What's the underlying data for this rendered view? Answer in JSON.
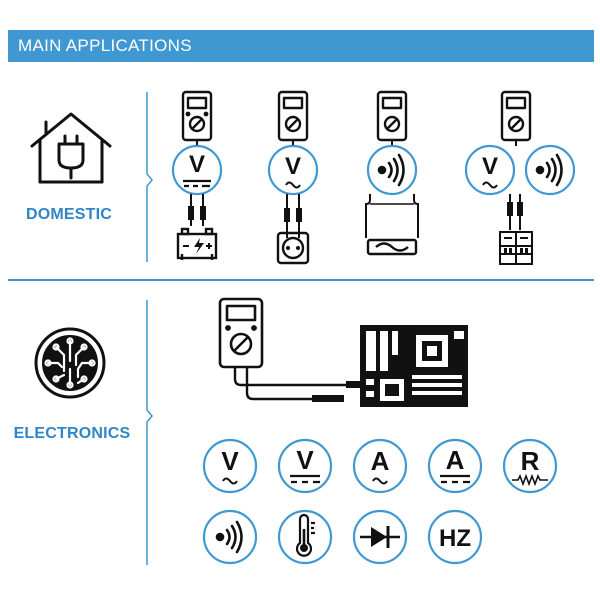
{
  "header": {
    "title": "MAIN APPLICATIONS"
  },
  "categories": {
    "domestic": "DOMESTIC",
    "electronics": "ELECTRONICS"
  },
  "symbols": {
    "volt": "V",
    "amp": "A",
    "resistance": "R",
    "hertz": "HZ"
  },
  "colors": {
    "accent": "#3f98d1",
    "label": "#2f85c6",
    "ink": "#111111"
  },
  "icons": {
    "domestic": "house-plug-icon",
    "electronics": "circuit-chip-icon"
  }
}
